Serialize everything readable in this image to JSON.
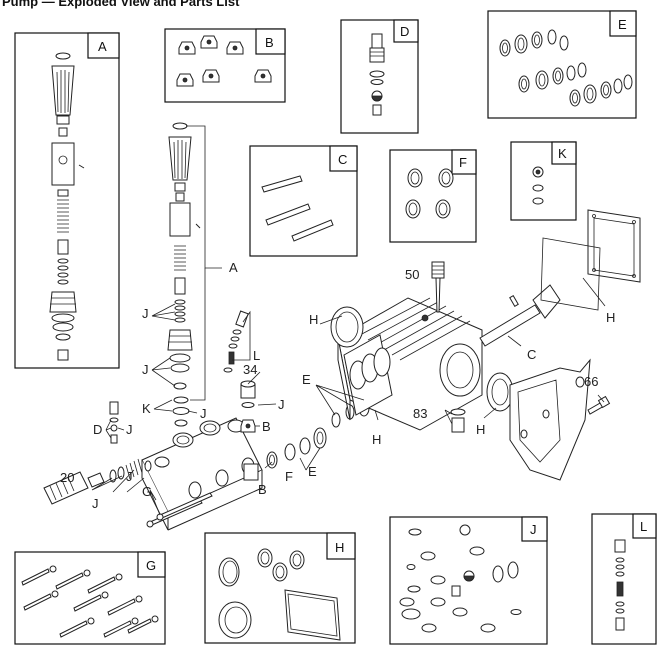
{
  "title": "Pump — Exploded View and Parts List",
  "kits": [
    {
      "id": "box-a",
      "label": "A"
    },
    {
      "id": "box-b",
      "label": "B"
    },
    {
      "id": "box-c",
      "label": "C"
    },
    {
      "id": "box-d",
      "label": "D"
    },
    {
      "id": "box-e",
      "label": "E"
    },
    {
      "id": "box-f",
      "label": "F"
    },
    {
      "id": "box-g",
      "label": "G"
    },
    {
      "id": "box-h",
      "label": "H"
    },
    {
      "id": "box-j",
      "label": "J"
    },
    {
      "id": "box-k",
      "label": "K"
    },
    {
      "id": "box-l",
      "label": "L"
    }
  ],
  "callouts": {
    "a": "A",
    "b1": "B",
    "b2": "B",
    "c": "C",
    "d": "D",
    "e1": "E",
    "e2": "E",
    "f": "F",
    "g": "G",
    "h1": "H",
    "h2": "H",
    "h3": "H",
    "h4": "H",
    "j1": "J",
    "j2": "J",
    "j3": "J",
    "j4": "J",
    "j5": "J",
    "j6": "J",
    "j7": "J",
    "k": "K",
    "l": "L",
    "n20": "20",
    "n34": "34",
    "n50": "50",
    "n66": "66",
    "n83": "83"
  }
}
